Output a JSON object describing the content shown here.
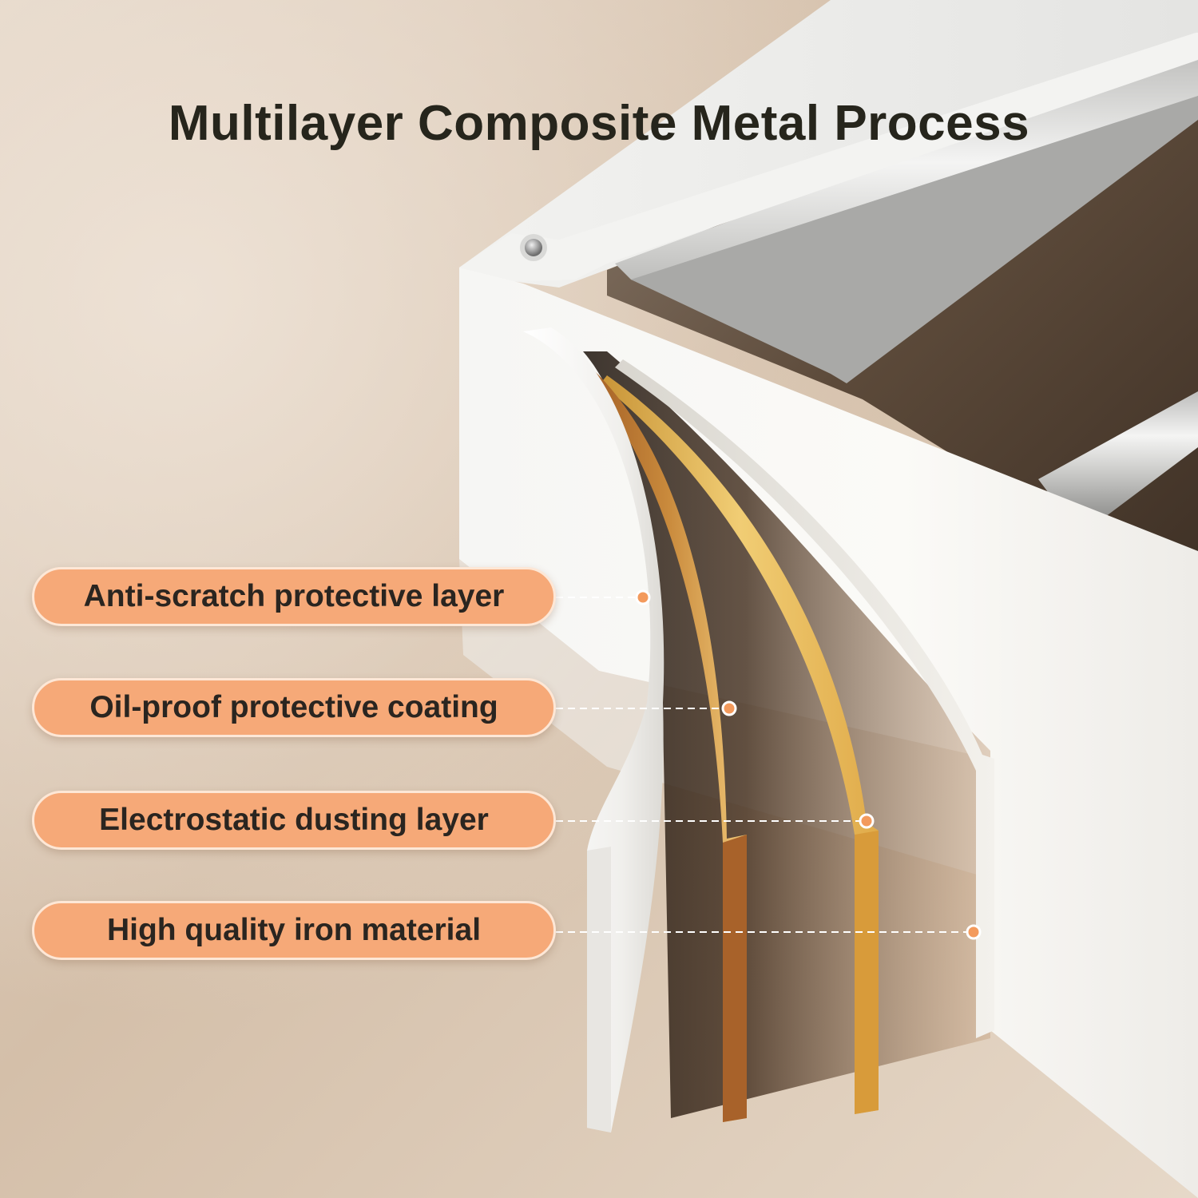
{
  "title": "Multilayer Composite Metal Process",
  "layers": [
    "Anti-scratch protective layer",
    "Oil-proof protective coating",
    "Electrostatic dusting layer",
    "High quality iron material"
  ],
  "colors": {
    "label_fill": "#f6a978",
    "label_border": "#fde7d6",
    "title_text": "#26251c",
    "callout_line": "#ffffff",
    "layer_white": "#f7f6f2",
    "layer_gold": "#e7b24c",
    "layer_copper": "#b06a2c",
    "background": "#d9c7b5"
  }
}
